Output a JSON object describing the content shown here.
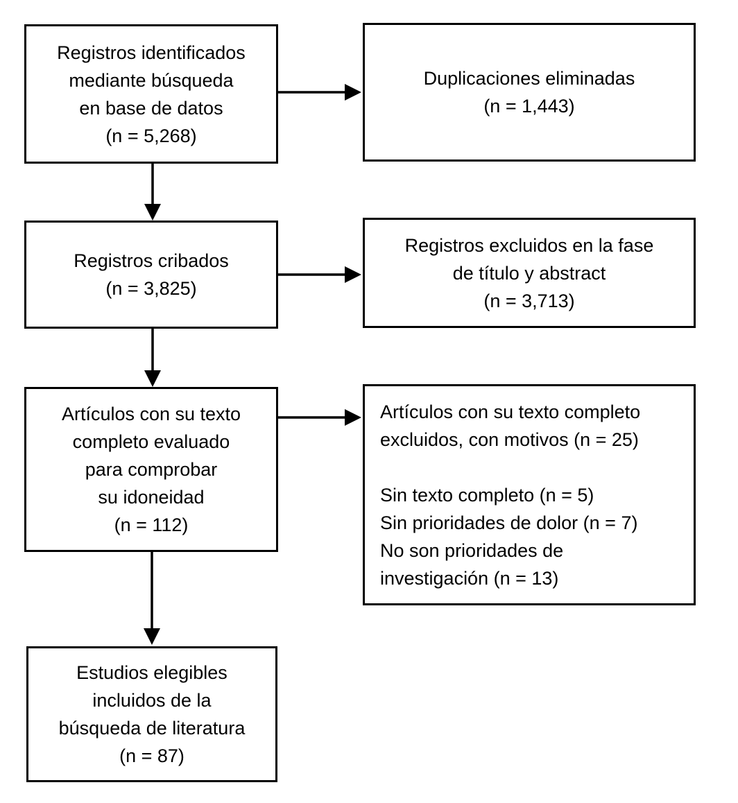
{
  "diagram": {
    "type": "flowchart",
    "language": "es",
    "colors": {
      "background": "#ffffff",
      "box_border": "#000000",
      "box_fill": "#ffffff",
      "text": "#000000",
      "arrow": "#000000"
    },
    "boxes": {
      "identified": {
        "text": "Registros identificados\nmediante búsqueda\nen base de datos\n(n = 5,268)",
        "n": 5268
      },
      "duplicates": {
        "text": "Duplicaciones eliminadas\n(n = 1,443)",
        "n": 1443
      },
      "screened": {
        "text": "Registros cribados\n(n = 3,825)",
        "n": 3825
      },
      "excluded_title_abstract": {
        "text": "Registros excluidos en la fase\nde título y abstract\n(n = 3,713)",
        "n": 3713
      },
      "fulltext_assessed": {
        "text": "Artículos con su texto\ncompleto evaluado\npara comprobar\nsu idoneidad\n(n = 112)",
        "n": 112
      },
      "fulltext_excluded": {
        "text": "Artículos con su texto completo\nexcluidos, con motivos (n = 25)\n\nSin texto completo (n = 5)\nSin prioridades de dolor (n = 7)\nNo son prioridades de\ninvestigación (n = 13)",
        "n": 25,
        "reasons": [
          {
            "label": "Sin texto completo",
            "n": 5
          },
          {
            "label": "Sin prioridades de dolor",
            "n": 7
          },
          {
            "label": "No son prioridades de investigación",
            "n": 13
          }
        ]
      },
      "included": {
        "text": "Estudios elegibles\nincluidos de la\nbúsqueda de literatura\n(n = 87)",
        "n": 87
      }
    }
  }
}
